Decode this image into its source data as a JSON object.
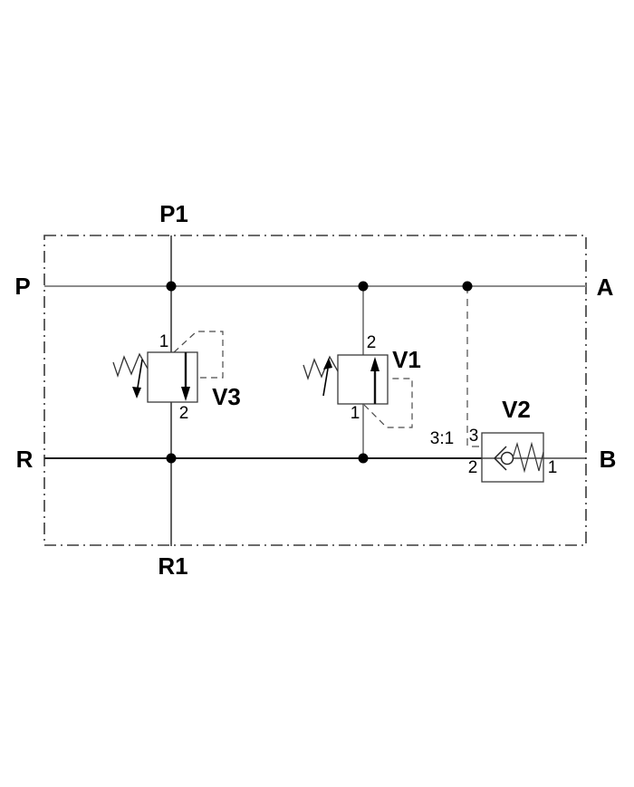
{
  "diagram": {
    "ports": {
      "p1": "P1",
      "p": "P",
      "a": "A",
      "r": "R",
      "b": "B",
      "r1": "R1"
    },
    "valve_v3": {
      "label": "V3",
      "port_top": "1",
      "port_bottom": "2"
    },
    "valve_v1": {
      "label": "V1",
      "port_top": "2",
      "port_bottom": "1"
    },
    "valve_v2": {
      "label": "V2",
      "pilot_port": "3",
      "port_left": "2",
      "port_right": "1",
      "pilot_ratio": "3:1"
    },
    "colors": {
      "background": "#ffffff",
      "main_line_gray": "#8c8c8c",
      "main_line_dark": "#1f1f1f",
      "valve_outline": "#3a3a3a",
      "pilot_line": "#4a4a4a",
      "junction_dot": "#000000",
      "text": "#000000"
    }
  }
}
